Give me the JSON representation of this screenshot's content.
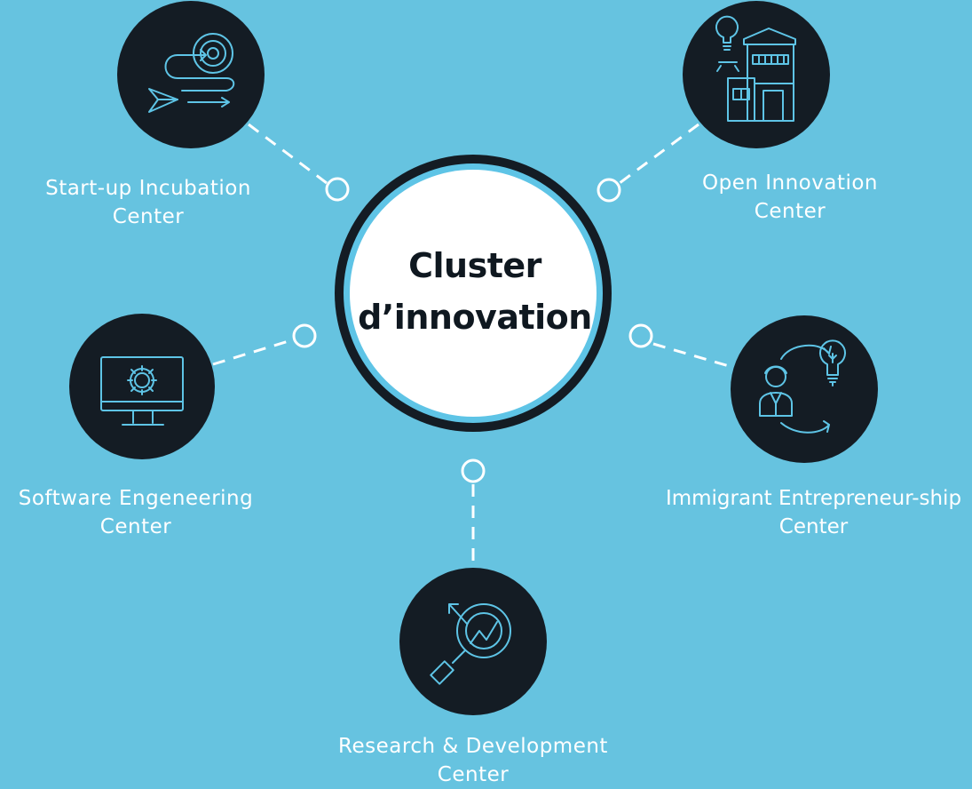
{
  "center": {
    "line1": "Cluster",
    "line2": "d’innovation"
  },
  "nodes": [
    {
      "id": "startup",
      "icon": "target-arrows-icon",
      "line1": "Start-up Incubation",
      "line2": "Center"
    },
    {
      "id": "open",
      "icon": "lightbulb-building-icon",
      "line1": "Open Innovation",
      "line2": "Center"
    },
    {
      "id": "software",
      "icon": "monitor-gear-icon",
      "line1": "Software Engeneering",
      "line2": "Center"
    },
    {
      "id": "immigrant",
      "icon": "person-lightbulb-cycle-icon",
      "line1": "Immigrant Entrepreneur-ship",
      "line2": "Center"
    },
    {
      "id": "research",
      "icon": "magnifier-chart-icon",
      "line1": "Research & Development",
      "line2": "Center"
    }
  ],
  "colors": {
    "background": "#66c3e0",
    "node_fill": "#141c24",
    "icon_stroke": "#5ec4e6",
    "center_fill": "#ffffff",
    "center_ring_outer": "#141c24",
    "center_ring_inner": "#5ec4e6",
    "connector": "#ffffff"
  }
}
